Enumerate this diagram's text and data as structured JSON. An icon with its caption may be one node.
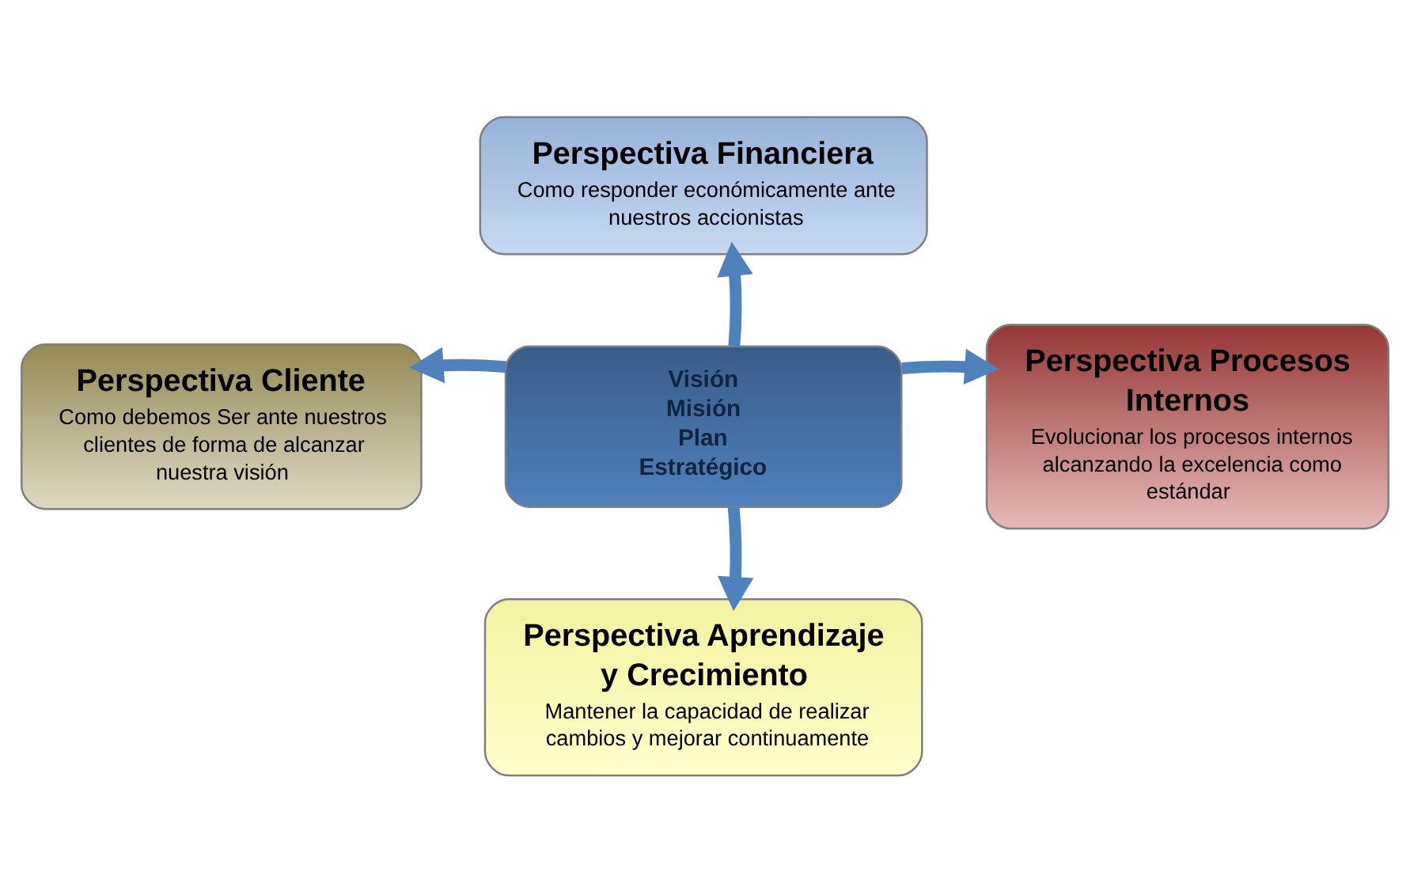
{
  "diagram": {
    "nodes": [
      {
        "text": [
          "Perspectiva Financiera",
          "Como responder económicamente ante nuestros accionistas"
        ]
      },
      {
        "text": [
          "Perspectiva Cliente",
          "Como debemos Ser ante nuestros clientes de forma de alcanzar nuestra visión"
        ]
      },
      {
        "text": [
          "Visión Misión Plan Estratégico"
        ]
      },
      {
        "text": [
          "Perspectiva Procesos Internos",
          "Evolucionar los procesos internos alcanzando la excelencia como estándar"
        ]
      },
      {
        "text": [
          "Perspectiva Aprendizaje y Crecimiento",
          "Mantener la capacidad de realizar cambios y mejorar continuamente"
        ]
      }
    ],
    "edges": [
      {
        "from": 2,
        "to": 0,
        "arrow": "to"
      },
      {
        "from": 2,
        "to": 1,
        "arrow": "to"
      },
      {
        "from": 2,
        "to": 3,
        "arrow": "to"
      },
      {
        "from": 2,
        "to": 4,
        "arrow": "to"
      }
    ]
  }
}
